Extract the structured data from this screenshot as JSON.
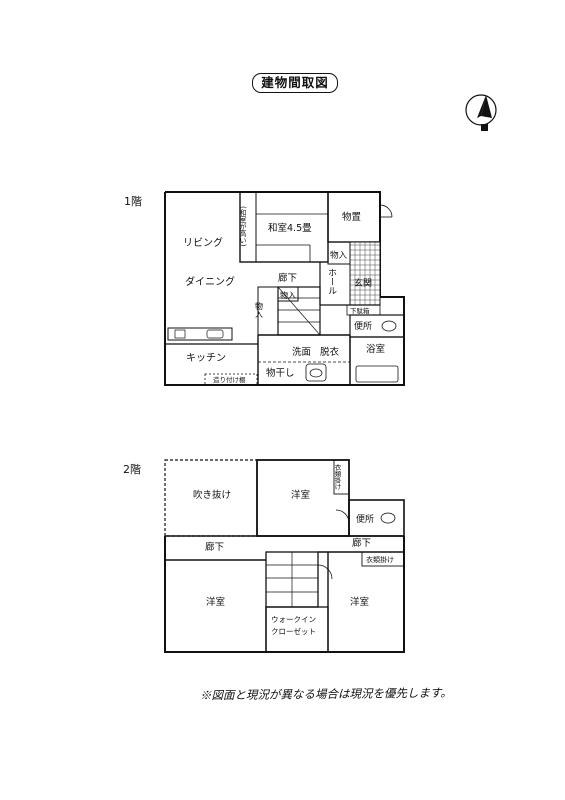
{
  "title": "建物間取図",
  "note": "※図面と現況が異なる場合は現況を優先します。",
  "floors": {
    "first": {
      "label": "1階",
      "rooms": {
        "living": "リビング",
        "dining": "ダイニング",
        "kitchen": "キッチン",
        "washitsu": "和室4.5畳",
        "washitsu_note": "(和室が高い)",
        "storeroom": "物置",
        "closet_a": "物入",
        "closet_b": "物入",
        "closet_c": "物入",
        "closet_d": "物入",
        "hallway": "廊下",
        "hall": "ホール",
        "entrance": "玄関",
        "shoe_cabinet": "下駄箱",
        "toilet": "便所",
        "bath": "浴室",
        "washroom": "洗面",
        "dressing": "脱衣",
        "drying": "物干し",
        "built_in_shelf": "造り付け棚"
      }
    },
    "second": {
      "label": "2階",
      "rooms": {
        "atrium": "吹き抜け",
        "western_top": "洋室",
        "hanger_top": "衣類掛け",
        "toilet": "便所",
        "hallway_left": "廊下",
        "hallway_right": "廊下",
        "hanger_right": "衣類掛け",
        "western_left": "洋室",
        "western_right": "洋室",
        "walkin_1": "ウォークイン",
        "walkin_2": "クローゼット"
      }
    }
  }
}
